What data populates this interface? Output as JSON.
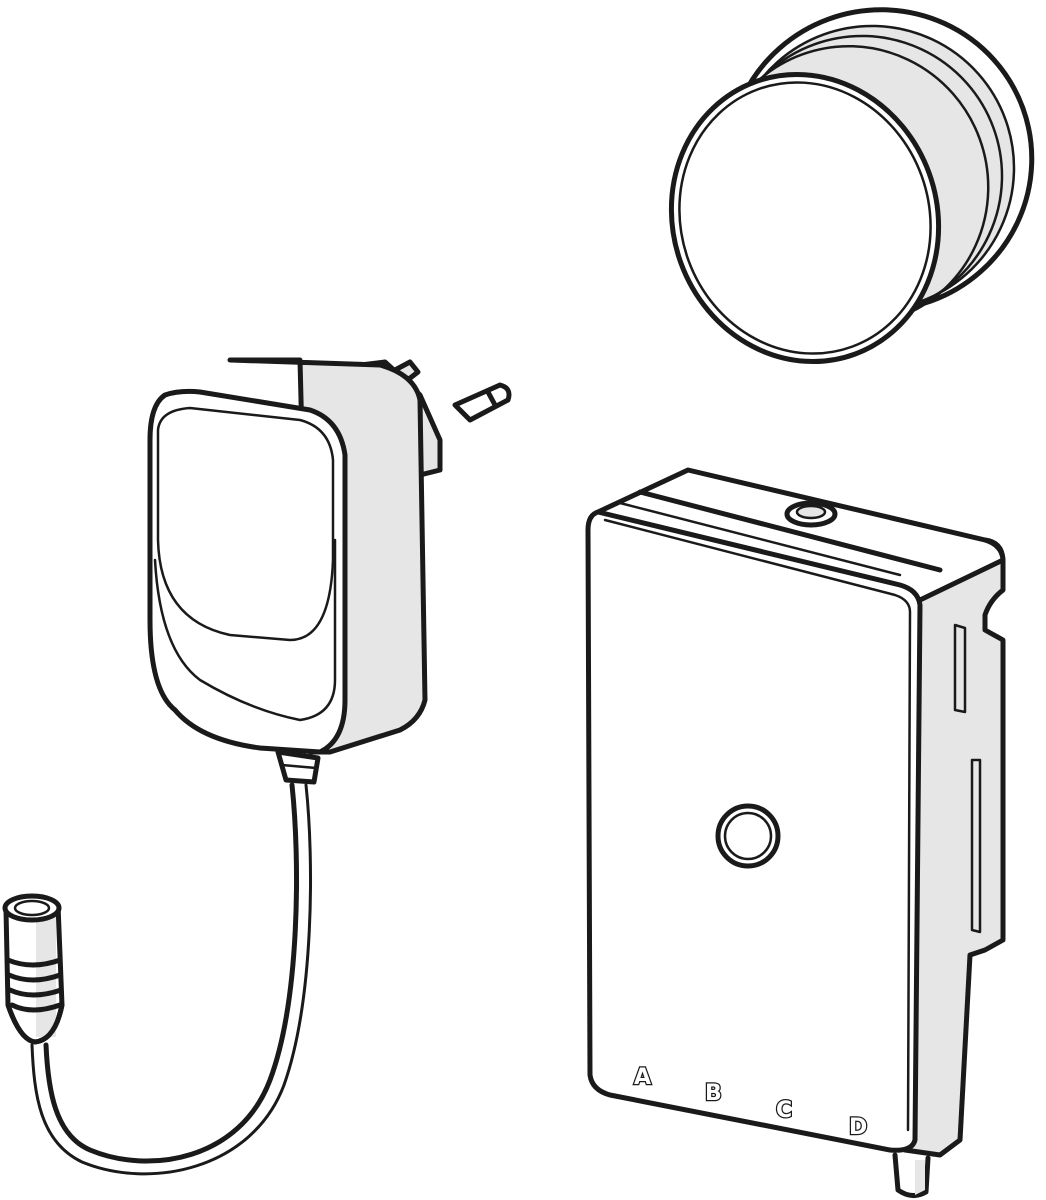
{
  "diagram": {
    "components": [
      {
        "id": "cap",
        "name": "round cover cap"
      },
      {
        "id": "adapter",
        "name": "plug-in power adapter with cable"
      },
      {
        "id": "connector",
        "name": "cable barrel connector"
      },
      {
        "id": "control_box",
        "name": "control box"
      }
    ],
    "control_box": {
      "labels": [
        "A",
        "B",
        "C",
        "D"
      ]
    },
    "colors": {
      "line": "#1a1a1a",
      "fill": "#ffffff",
      "shade": "#e6e6e6"
    }
  }
}
